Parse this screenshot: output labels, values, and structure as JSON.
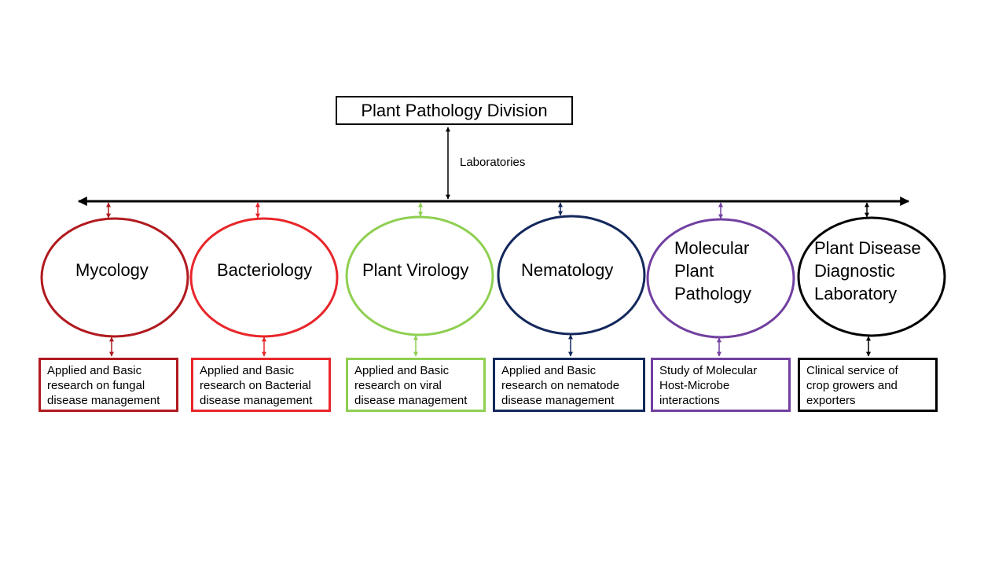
{
  "diagram": {
    "title": "Plant Pathology Division",
    "edge_label": "Laboratories",
    "labs": [
      {
        "name_lines": [
          "Mycology"
        ],
        "color": "#b11a1f",
        "desc_lines": [
          "Applied and Basic",
          "research on fungal",
          "disease management"
        ]
      },
      {
        "name_lines": [
          "Bacteriology"
        ],
        "color": "#e8262a",
        "desc_lines": [
          "Applied and Basic",
          "research on Bacterial",
          "disease management"
        ]
      },
      {
        "name_lines": [
          "Plant Virology"
        ],
        "color": "#8fcf52",
        "desc_lines": [
          "Applied and Basic",
          "research on viral",
          "disease management"
        ]
      },
      {
        "name_lines": [
          "Nematology"
        ],
        "color": "#13285c",
        "desc_lines": [
          "Applied and Basic",
          "research on nematode",
          "disease management"
        ]
      },
      {
        "name_lines": [
          "Molecular",
          "Plant",
          "Pathology"
        ],
        "color": "#7140a0",
        "desc_lines": [
          "Study of Molecular",
          "Host-Microbe",
          "interactions"
        ]
      },
      {
        "name_lines": [
          "Plant Disease",
          "Diagnostic",
          "Laboratory"
        ],
        "color": "#000000",
        "desc_lines": [
          "Clinical service of",
          "crop growers and",
          "exporters"
        ]
      }
    ]
  }
}
